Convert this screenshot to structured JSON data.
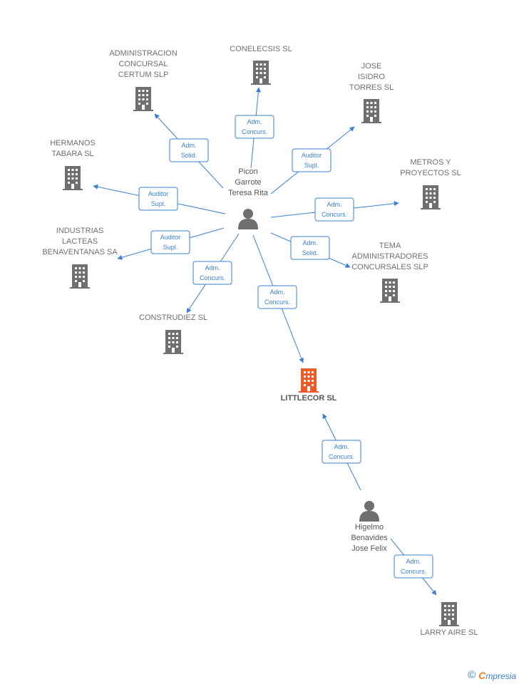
{
  "colors": {
    "edge": "#3a7fd5",
    "company": "#6f6f6f",
    "company_main": "#f05a28",
    "person": "#6f6f6f"
  },
  "companies": [
    {
      "id": "administracion",
      "lines": [
        "ADMINISTRACION",
        "CONCURSAL",
        "CERTUM SLP"
      ],
      "icon": "building-icon"
    },
    {
      "id": "conelecsis",
      "lines": [
        "CONELECSIS SL"
      ],
      "icon": "building-icon"
    },
    {
      "id": "jose-isidro",
      "lines": [
        "JOSE",
        "ISIDRO",
        "TORRES SL"
      ],
      "icon": "building-icon"
    },
    {
      "id": "hermanos-tabara",
      "lines": [
        "HERMANOS",
        "TABARA SL"
      ],
      "icon": "building-icon"
    },
    {
      "id": "metros-proyectos",
      "lines": [
        "METROS Y",
        "PROYECTOS SL"
      ],
      "icon": "building-icon"
    },
    {
      "id": "industrias-lacteas",
      "lines": [
        "INDUSTRIAS",
        "LACTEAS",
        "BENAVENTANAS SA"
      ],
      "icon": "building-icon"
    },
    {
      "id": "tema",
      "lines": [
        "TEMA",
        "ADMINISTRADORES",
        "CONCURSALES SLP"
      ],
      "icon": "building-icon"
    },
    {
      "id": "construdiez",
      "lines": [
        "CONSTRUDIEZ SL"
      ],
      "icon": "building-icon"
    },
    {
      "id": "littlecor",
      "lines": [
        "LITTLECOR SL"
      ],
      "icon": "building-icon",
      "main": true
    },
    {
      "id": "larry-aire",
      "lines": [
        "LARRY AIRE SL"
      ],
      "icon": "building-icon"
    }
  ],
  "persons": [
    {
      "id": "picon",
      "lines": [
        "Picon",
        "Garrote",
        "Teresa Rita"
      ],
      "icon": "person-icon"
    },
    {
      "id": "higelmo",
      "lines": [
        "Higelmo",
        "Benavides",
        "Jose Felix"
      ],
      "icon": "person-icon"
    }
  ],
  "edges": [
    {
      "from": "picon",
      "to": "administracion",
      "lines": [
        "Adm.",
        "Solid."
      ]
    },
    {
      "from": "picon",
      "to": "conelecsis",
      "lines": [
        "Adm.",
        "Concurs."
      ]
    },
    {
      "from": "picon",
      "to": "jose-isidro",
      "lines": [
        "Auditor",
        "Supl."
      ]
    },
    {
      "from": "picon",
      "to": "hermanos-tabara",
      "lines": [
        "Auditor",
        "Supl."
      ]
    },
    {
      "from": "picon",
      "to": "metros-proyectos",
      "lines": [
        "Adm.",
        "Concurs."
      ]
    },
    {
      "from": "picon",
      "to": "industrias-lacteas",
      "lines": [
        "Auditor",
        "Supl."
      ]
    },
    {
      "from": "picon",
      "to": "tema",
      "lines": [
        "Adm.",
        "Solid."
      ]
    },
    {
      "from": "picon",
      "to": "construdiez",
      "lines": [
        "Adm.",
        "Concurs."
      ]
    },
    {
      "from": "picon",
      "to": "littlecor",
      "lines": [
        "Adm.",
        "Concurs."
      ]
    },
    {
      "from": "higelmo",
      "to": "littlecor",
      "lines": [
        "Adm.",
        "Concurs."
      ]
    },
    {
      "from": "higelmo",
      "to": "larry-aire",
      "lines": [
        "Adm.",
        "Concurs."
      ]
    }
  ],
  "footer": {
    "copyright": "©",
    "brand_initial": "C",
    "brand_rest": "mpresia"
  }
}
